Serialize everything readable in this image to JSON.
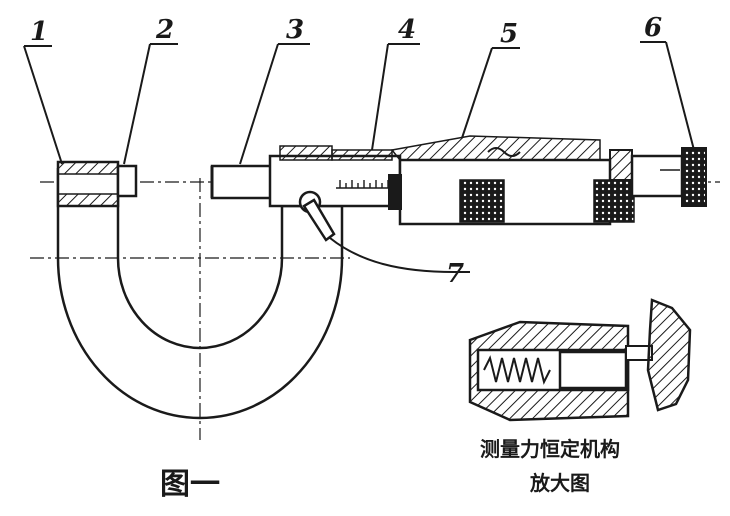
{
  "diagram": {
    "part_numbers": [
      "1",
      "2",
      "3",
      "4",
      "5",
      "6",
      "7"
    ],
    "figure_caption": "图一",
    "detail_caption_line1": "测量力恒定机构",
    "detail_caption_line2": "放大图",
    "colors": {
      "ink": "#1a1a1a",
      "paper": "#ffffff"
    }
  }
}
